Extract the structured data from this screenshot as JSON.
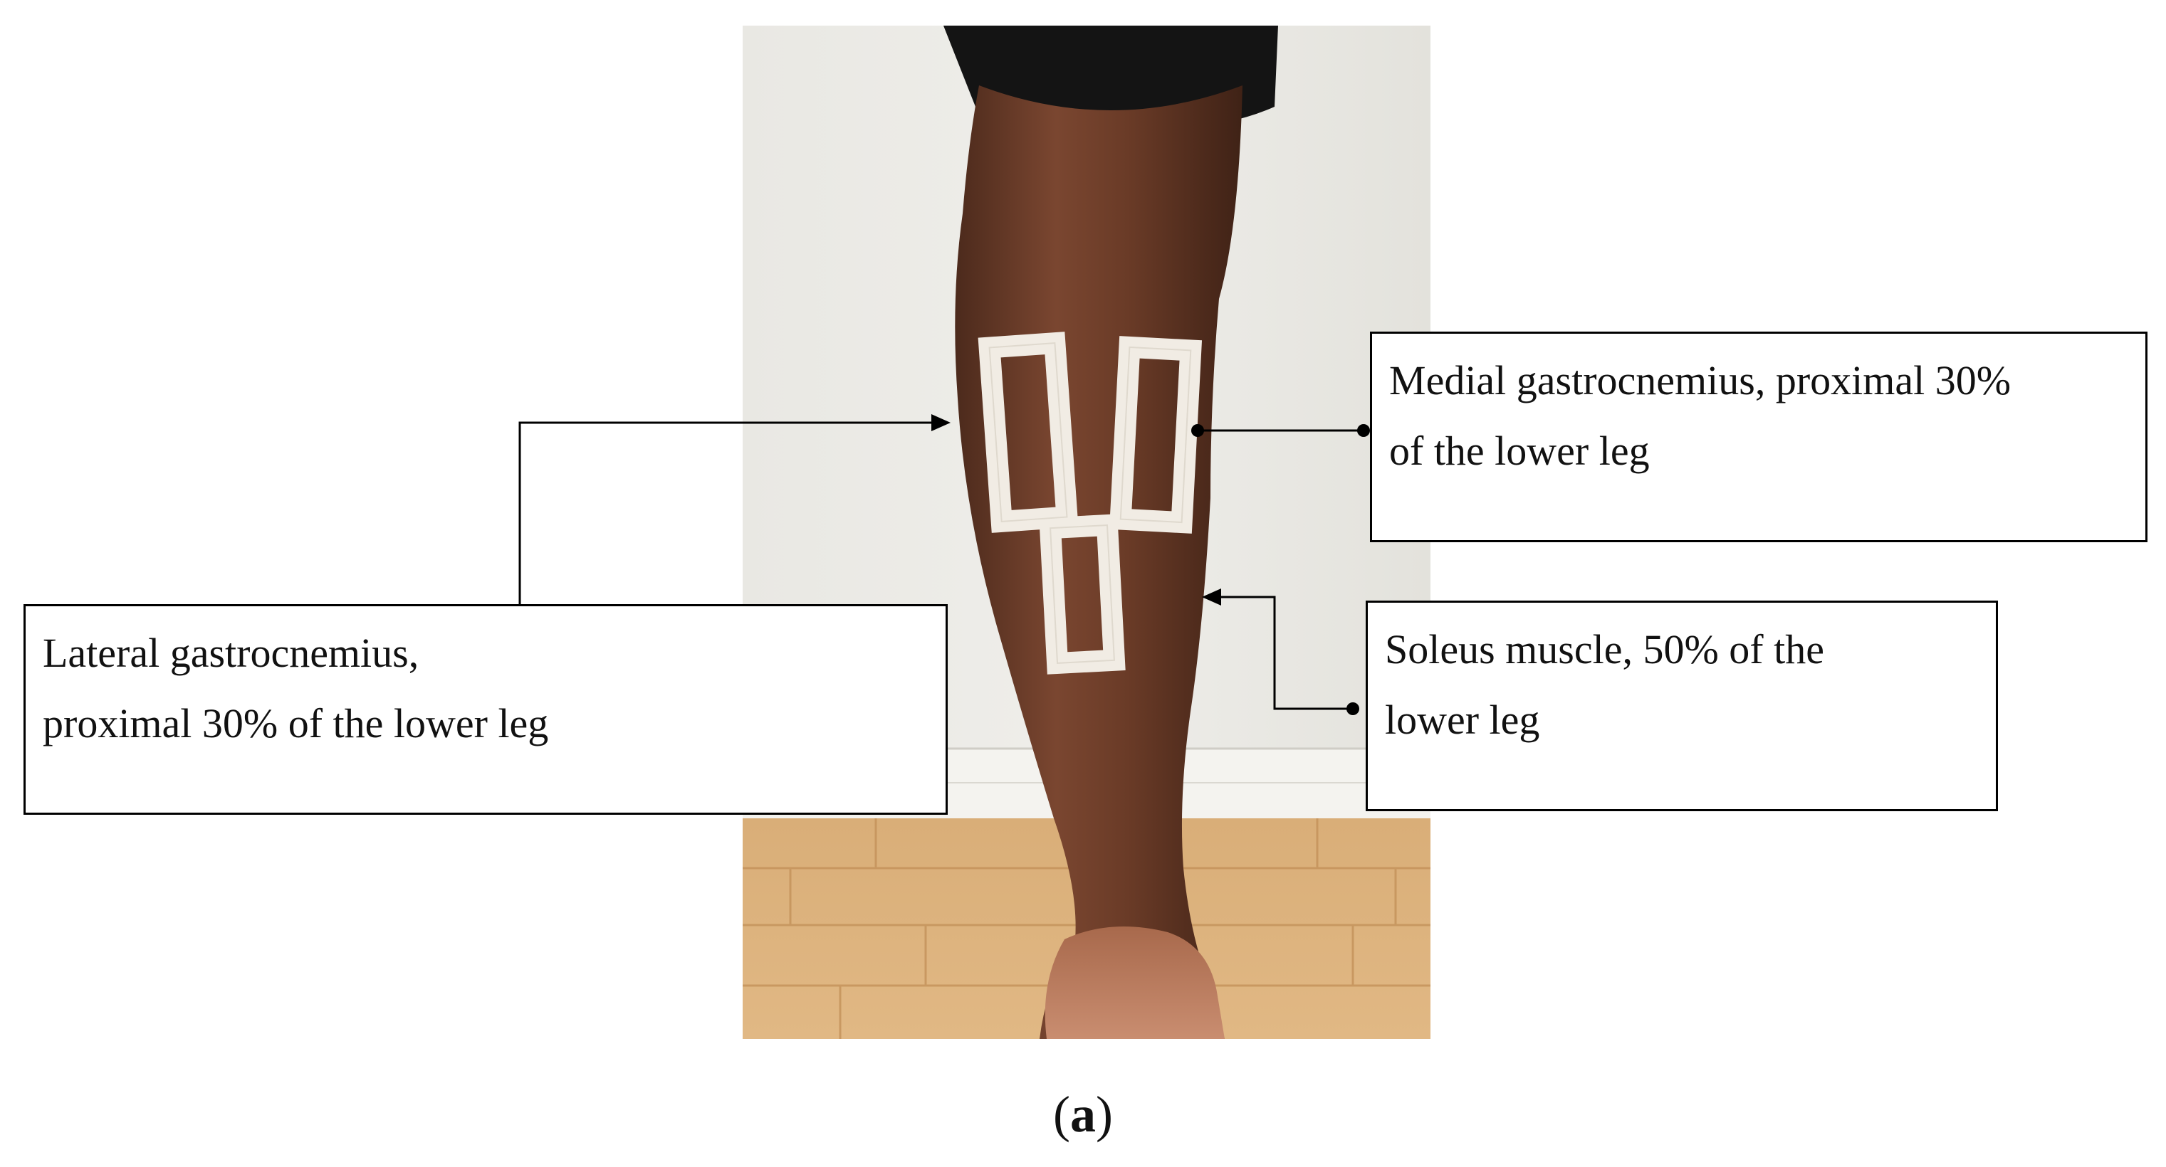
{
  "callouts": {
    "medial": {
      "line1": "Medial gastrocnemius, proximal 30%",
      "line2": "of the lower leg"
    },
    "lateral": {
      "line1": "Lateral gastrocnemius,",
      "line2": "proximal 30% of the lower leg"
    },
    "soleus": {
      "line1": "Soleus muscle, 50% of the",
      "line2": "lower leg"
    }
  },
  "panel_label": {
    "open": "(",
    "letter": "a",
    "close": ")"
  },
  "colors": {
    "wall": "#ecebe6",
    "floor": "#d8a96e",
    "skin": "#6e3f2a",
    "tape": "#f1ece4",
    "shorts": "#141414",
    "leader_line": "#000000"
  }
}
